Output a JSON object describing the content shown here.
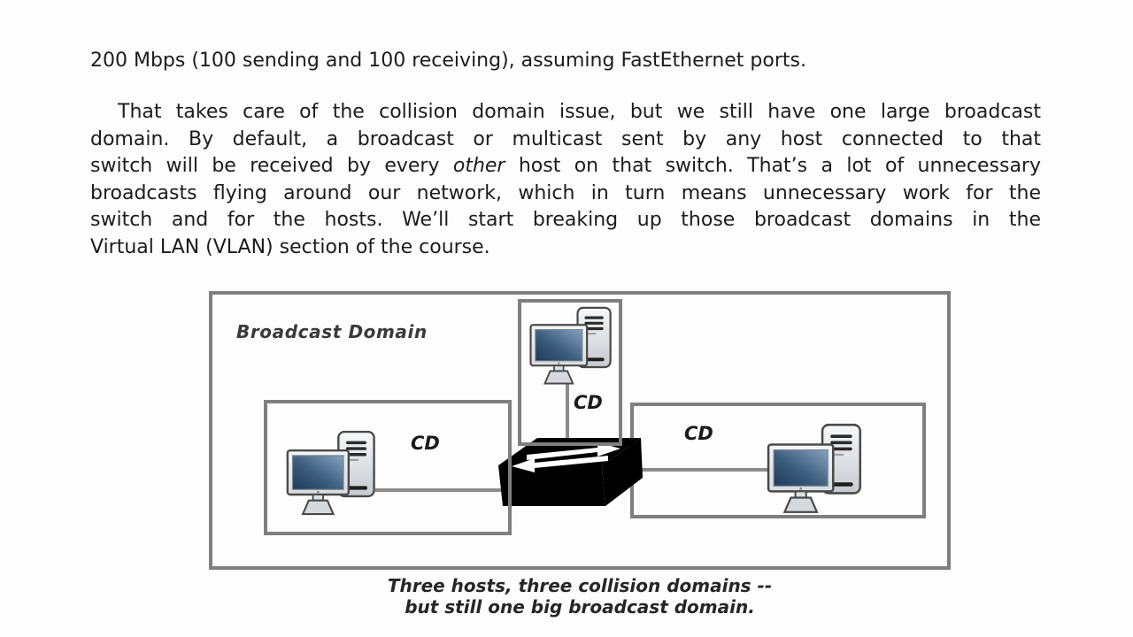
{
  "page": {
    "background": "#fdfdfd",
    "text_color": "#1c1c1c"
  },
  "intro_line": "200 Mbps (100 sending and 100 receiving), assuming FastEthernet ports.",
  "paragraph": {
    "lines": [
      {
        "text": "That takes care of the collision domain issue, but we still have one large broadcast"
      },
      {
        "text": "domain.  By default, a broadcast or multicast sent by any host connected to that"
      },
      {
        "pre": "switch will be received by every ",
        "italic": "other",
        "post": " host on that switch.  That’s a lot of unnecessary"
      },
      {
        "text": "broadcasts flying around our network, which in turn means unnecessary work for the"
      },
      {
        "text": "switch and for the hosts.   We’ll start breaking up those broadcast domains in the"
      },
      {
        "text": "Virtual LAN (VLAN) section of the course."
      }
    ]
  },
  "diagram": {
    "broadcast_domain_label": "Broadcast Domain",
    "cd_labels": {
      "top": "CD",
      "left": "CD",
      "right": "CD"
    },
    "caption": {
      "line1": "Three hosts, three collision domains --",
      "line2": "but still one big broadcast domain."
    },
    "icons": {
      "host": "desktop-pc-icon",
      "switch": "ethernet-switch-icon"
    },
    "colors": {
      "box_border": "#7f7f7f",
      "link_line": "#8c8c8c",
      "switch_body": "#000000",
      "switch_arrows": "#ffffff",
      "screen_top": "#7d9cba",
      "screen_bottom": "#1d3a58",
      "label_text": "#3a3a3a"
    }
  }
}
